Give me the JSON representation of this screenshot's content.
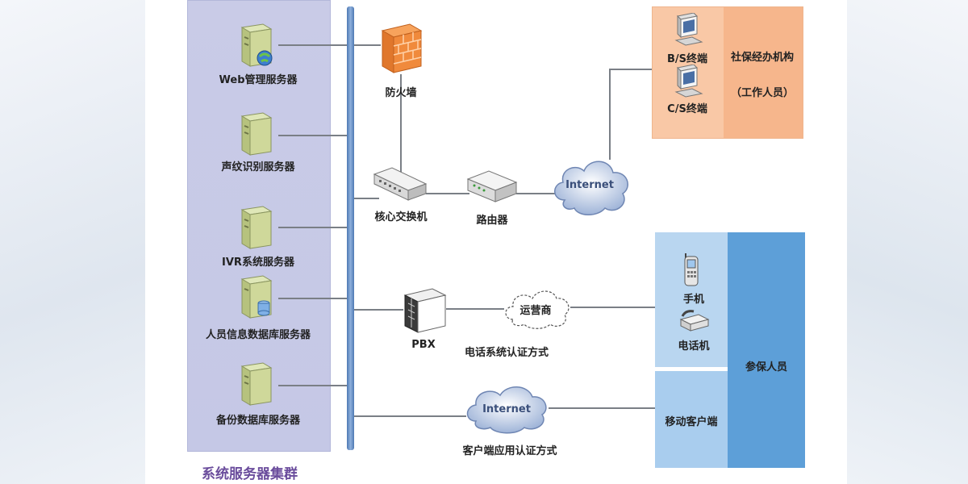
{
  "cluster": {
    "title": "系统服务器集群",
    "servers": [
      {
        "label": "Web管理服务器",
        "icon": "server-globe-icon"
      },
      {
        "label": "声纹识别服务器",
        "icon": "server-icon"
      },
      {
        "label": "IVR系统服务器",
        "icon": "server-icon"
      },
      {
        "label": "人员信息数据库服务器",
        "icon": "server-database-icon"
      },
      {
        "label": "备份数据库服务器",
        "icon": "server-icon"
      }
    ]
  },
  "network": {
    "firewall": "防火墙",
    "core_switch": "核心交换机",
    "router": "路由器",
    "internet_top": "Internet",
    "internet_bottom": "Internet",
    "pbx": "PBX",
    "carrier": "运营商",
    "phone_auth": "电话系统认证方式",
    "client_auth": "客户端应用认证方式"
  },
  "org": {
    "bs_terminal": "B/S终端",
    "cs_terminal": "C/S终端",
    "name": "社保经办机构",
    "staff": "（工作人员）"
  },
  "insured": {
    "mobile_phone": "手机",
    "telephone": "电话机",
    "mobile_client": "移动客户端",
    "group": "参保人员"
  },
  "colors": {
    "server_panel": "#c7c9e6",
    "bus": "#5b84bd",
    "org_box": "#f9c8a6",
    "person_box": "#5d9fd8",
    "cluster_title": "#6a4c9c"
  }
}
